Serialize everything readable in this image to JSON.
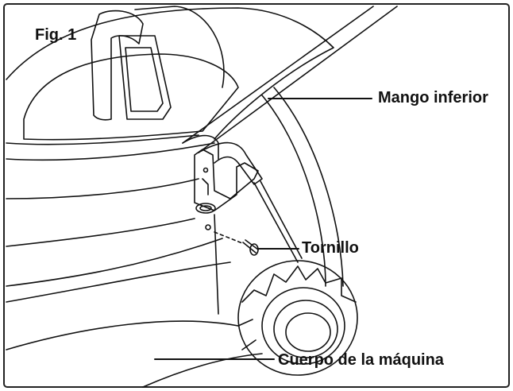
{
  "figure": {
    "label": "Fig. 1",
    "callouts": {
      "handle": "Mango inferior",
      "screw": "Tornillo",
      "body": "Cuerpo de la máquina"
    }
  }
}
